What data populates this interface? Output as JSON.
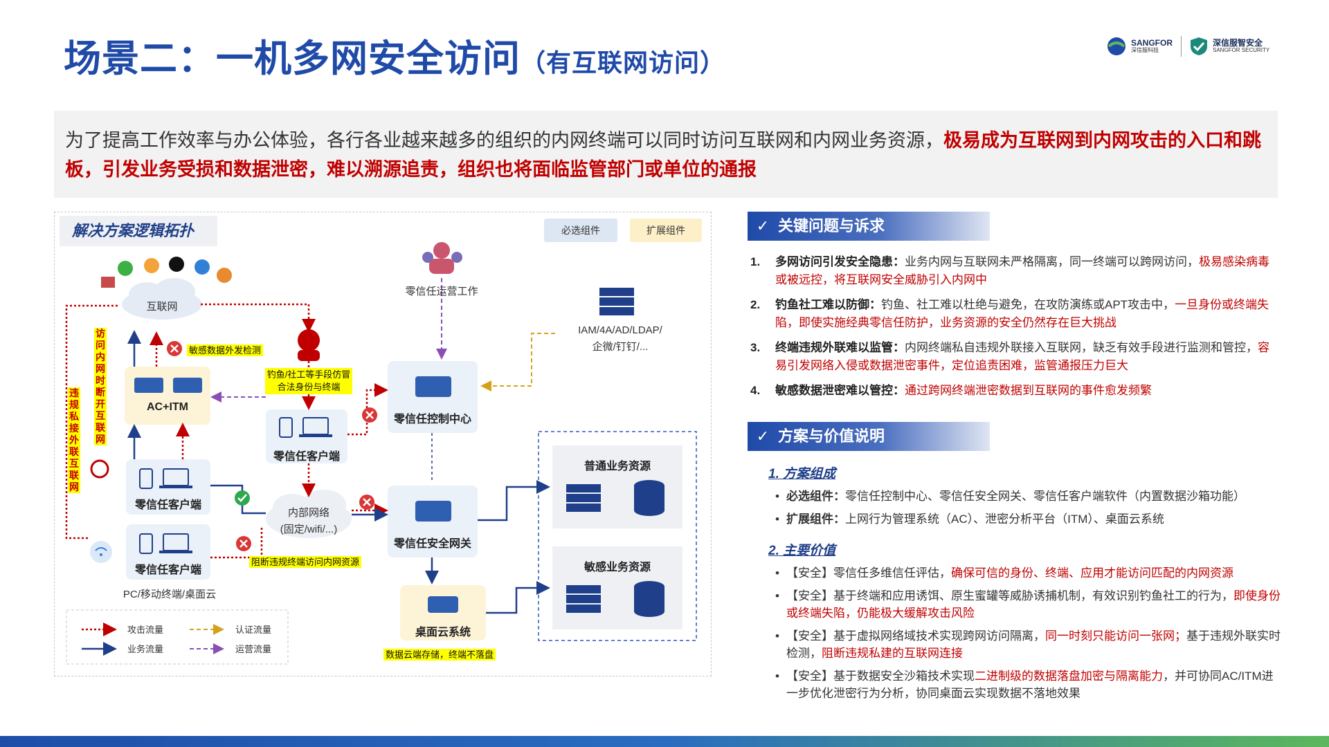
{
  "title": {
    "main": "场景二：一机多网安全访问",
    "sub": "（有互联网访问）"
  },
  "logos": [
    {
      "name": "SANGFOR",
      "sub": "深信服科技"
    },
    {
      "name": "深信服智安全",
      "sub": "SANGFOR SECURITY"
    }
  ],
  "intro": {
    "normal": "为了提高工作效率与办公体验，各行各业越来越多的组织的内网终端可以同时访问互联网和内网业务资源，",
    "highlight": "极易成为互联网到内网攻击的入口和跳板，引发业务受损和数据泄密，难以溯源追责，组织也将面临监管部门或单位的通报"
  },
  "diagram": {
    "title": "解决方案逻辑拓扑",
    "tag_required": "必选组件",
    "tag_extended": "扩展组件",
    "internet": "互联网",
    "ops": "零信任运营工作",
    "iam": "IAM/4A/AD/LDAP/\n企微/钉钉/...",
    "sensitive_detect": "敏感数据外发检测",
    "phishing": "钓鱼/社工等手段仿冒\n合法身份与终端",
    "ac_itm": "AC+ITM",
    "zt_client_top": "零信任客户端",
    "zt_center": "零信任控制中心",
    "vert_access": "访问内网时断开互联网",
    "vert_violation": "违规私接外联互联网",
    "zt_client_1": "零信任客户端",
    "zt_client_2": "零信任客户端",
    "intranet": "内部网络\n(固定/wifi/...)",
    "zt_gateway": "零信任安全网关",
    "block_violation": "阻断违规终端访问内网资源",
    "pc_label": "PC/移动终端/桌面云",
    "normal_res": "普通业务资源",
    "sensitive_res": "敏感业务资源",
    "vdi": "桌面云系统",
    "vdi_note": "数据云端存储，终端不落盘",
    "legend": {
      "attack": "攻击流量",
      "auth": "认证流量",
      "business": "业务流量",
      "ops": "运营流量"
    }
  },
  "issues_section": {
    "heading": "关键问题与诉求",
    "items": [
      {
        "num": "1.",
        "bold": "多网访问引发安全隐患：",
        "text": "业务内网与互联网未严格隔离，同一终端可以跨网访问，",
        "red": "极易感染病毒或被远控，将互联网安全威胁引入内网中"
      },
      {
        "num": "2.",
        "bold": "钓鱼社工难以防御：",
        "text": "钓鱼、社工难以杜绝与避免，在攻防演练或APT攻击中，",
        "red": "一旦身份或终端失陷，即使实施经典零信任防护，业务资源的安全仍然存在巨大挑战"
      },
      {
        "num": "3.",
        "bold": "终端违规外联难以监管：",
        "text": "内网终端私自违规外联接入互联网，缺乏有效手段进行监测和管控，",
        "red": "容易引发网络入侵或数据泄密事件，定位追责困难，监管通报压力巨大"
      },
      {
        "num": "4.",
        "bold": "敏感数据泄密难以管控：",
        "text": "",
        "red": "通过跨网终端泄密数据到互联网的事件愈发频繁"
      }
    ]
  },
  "solution_section": {
    "heading": "方案与价值说明",
    "sub1": "1. 方案组成",
    "components": [
      {
        "bold": "必选组件：",
        "text": "零信任控制中心、零信任安全网关、零信任客户端软件（内置数据沙箱功能）"
      },
      {
        "bold": "扩展组件：",
        "text": "上网行为管理系统（AC）、泄密分析平台（ITM）、桌面云系统"
      }
    ],
    "sub2": "2. 主要价值",
    "values": [
      {
        "pre": "【安全】零信任多维信任评估，",
        "red": "确保可信的身份、终端、应用才能访问匹配的内网资源",
        "post": ""
      },
      {
        "pre": "【安全】基于终端和应用诱饵、原生蜜罐等威胁诱捕机制，有效识别钓鱼社工的行为，",
        "red": "即使身份或终端失陷，仍能极大缓解攻击风险",
        "post": ""
      },
      {
        "pre": "【安全】基于虚拟网络域技术实现跨网访问隔离，",
        "red": "同一时刻只能访问一张网；",
        "post": "基于违规外联实时检测，",
        "red2": "阻断违规私建的互联网连接"
      },
      {
        "pre": "【安全】基于数据安全沙箱技术实现",
        "red": "二进制级的数据落盘加密与隔离能力",
        "post": "，并可协同AC/ITM进一步优化泄密行为分析，协同桌面云实现数据不落地效果"
      }
    ]
  },
  "colors": {
    "brand": "#1f4aa8",
    "highlight_red": "#c00000",
    "attack": "#c00000",
    "business": "#1f3f8a",
    "auth": "#d4a21a",
    "ops": "#8a4fb5"
  }
}
